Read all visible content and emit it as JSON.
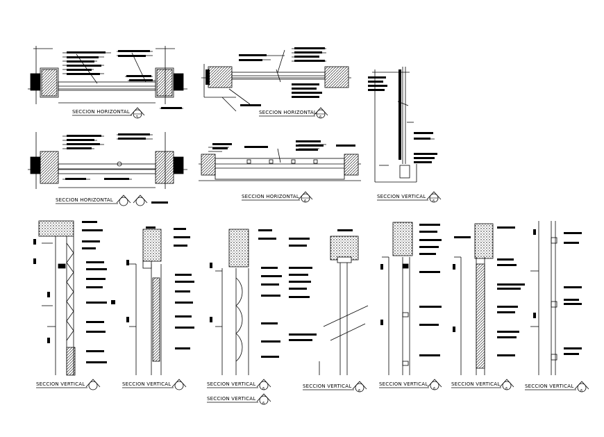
{
  "sheet": {
    "background": "#ffffff",
    "ink": "#000000",
    "tag_icon": "section-tag-icon"
  },
  "views": {
    "h1": {
      "title": "SECCION HORIZONTAL",
      "tag": "5"
    },
    "h2": {
      "title": "SECCION HORIZONTAL",
      "tag": "6"
    },
    "h3": {
      "title": "SECCION HORIZONTAL",
      "tag": ""
    },
    "h4": {
      "title": "SECCION HORIZONTAL",
      "tag": "6"
    },
    "v_top": {
      "title": "SECCION VERTICAL",
      "tag": "6"
    },
    "v1": {
      "title": "SECCION VERTICAL",
      "tag": ""
    },
    "v2": {
      "title": "SECCION VERTICAL",
      "tag": ""
    },
    "v3": {
      "title": "SECCION VERTICAL",
      "tag": "6"
    },
    "v3b": {
      "title": "SECCION VERTICAL",
      "tag": "6"
    },
    "v4": {
      "title": "SECCION VERTICAL",
      "tag": "6"
    },
    "v5": {
      "title": "SECCION VERTICAL",
      "tag": "6"
    },
    "v6": {
      "title": "SECCION VERTICAL",
      "tag": "6"
    },
    "v7": {
      "title": "SECCION VERTICAL",
      "tag": "6"
    }
  }
}
